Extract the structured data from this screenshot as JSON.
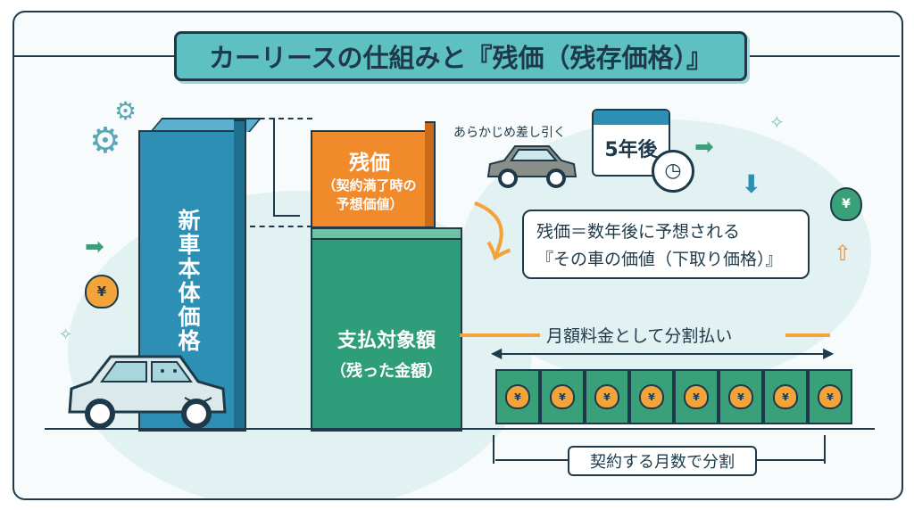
{
  "title": "カーリースの仕組みと『残価（残存価格）』",
  "new_car_price": "新車本体価格",
  "residual": {
    "title": "残価",
    "sub1": "（契約満了時の",
    "sub2": "予想価値）"
  },
  "payment": {
    "title": "支払対象額",
    "sub": "（残った金額）"
  },
  "deduct_label": "あらかじめ差し引く",
  "calendar_label": "5年後",
  "callout": {
    "line1": "残価＝数年後に予想される",
    "line2": "『その車の価値（下取り価格）』"
  },
  "monthly_label": "月額料金として分割払い",
  "months_label": "契約する月数で分割",
  "bag_symbol": "¥",
  "bags": [
    "¥",
    "¥",
    "¥",
    "¥",
    "¥",
    "¥",
    "¥",
    "¥"
  ],
  "colors": {
    "blue": "#2e8fb5",
    "orange": "#f08a2a",
    "green": "#2e9e7a",
    "title": "#5fc0c1",
    "ink": "#1e3a4a"
  }
}
